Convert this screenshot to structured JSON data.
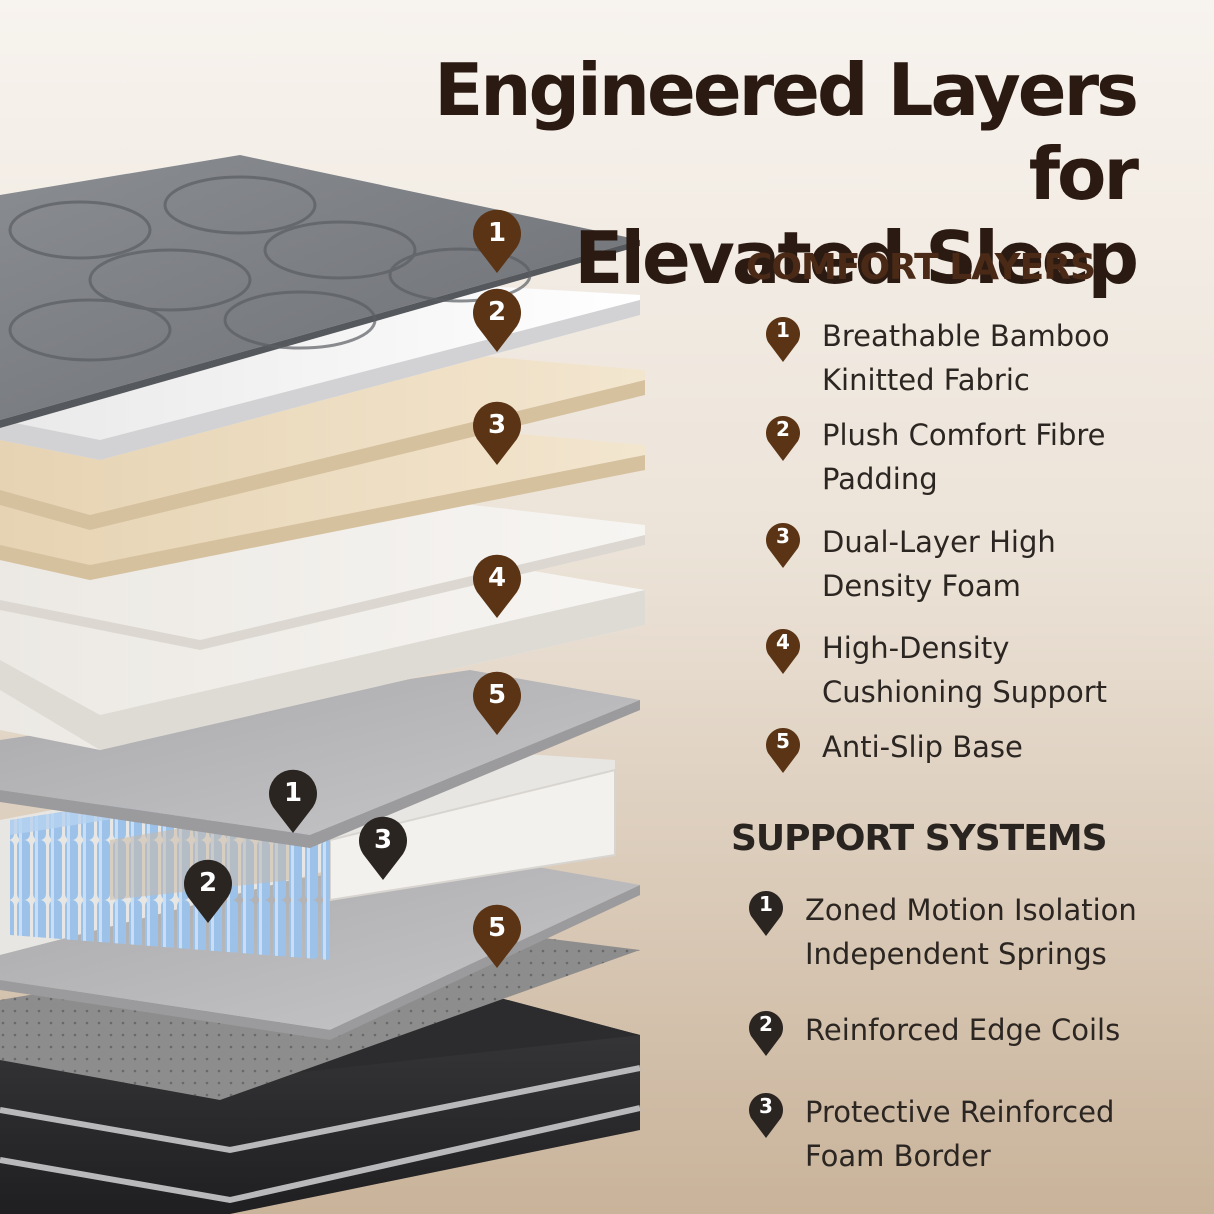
{
  "headline": {
    "line1": "Engineered Layers for",
    "line2": "Elevated Sleep"
  },
  "comfort": {
    "title": "COMFORT LAYERS",
    "items": [
      {
        "num": "1",
        "text": "Breathable Bamboo\nKinitted Fabric"
      },
      {
        "num": "2",
        "text": "Plush Comfort Fibre\nPadding"
      },
      {
        "num": "3",
        "text": "Dual-Layer High\nDensity Foam"
      },
      {
        "num": "4",
        "text": "High-Density\nCushioning Support"
      },
      {
        "num": "5",
        "text": "Anti-Slip Base"
      }
    ]
  },
  "support": {
    "title": "SUPPORT SYSTEMS",
    "items": [
      {
        "num": "1",
        "text": "Zoned Motion Isolation\nIndependent Springs"
      },
      {
        "num": "2",
        "text": "Reinforced Edge Coils"
      },
      {
        "num": "3",
        "text": "Protective Reinforced\nFoam Border"
      }
    ]
  },
  "diagram_markers": {
    "comfort": [
      "1",
      "2",
      "3",
      "4",
      "5",
      "5"
    ],
    "support": [
      "1",
      "2",
      "3"
    ]
  },
  "colors": {
    "comfort_pin": "#5a3414",
    "support_pin": "#2b2522",
    "headline": "#2a1a12",
    "spring_blue": "#8fb6e0"
  }
}
